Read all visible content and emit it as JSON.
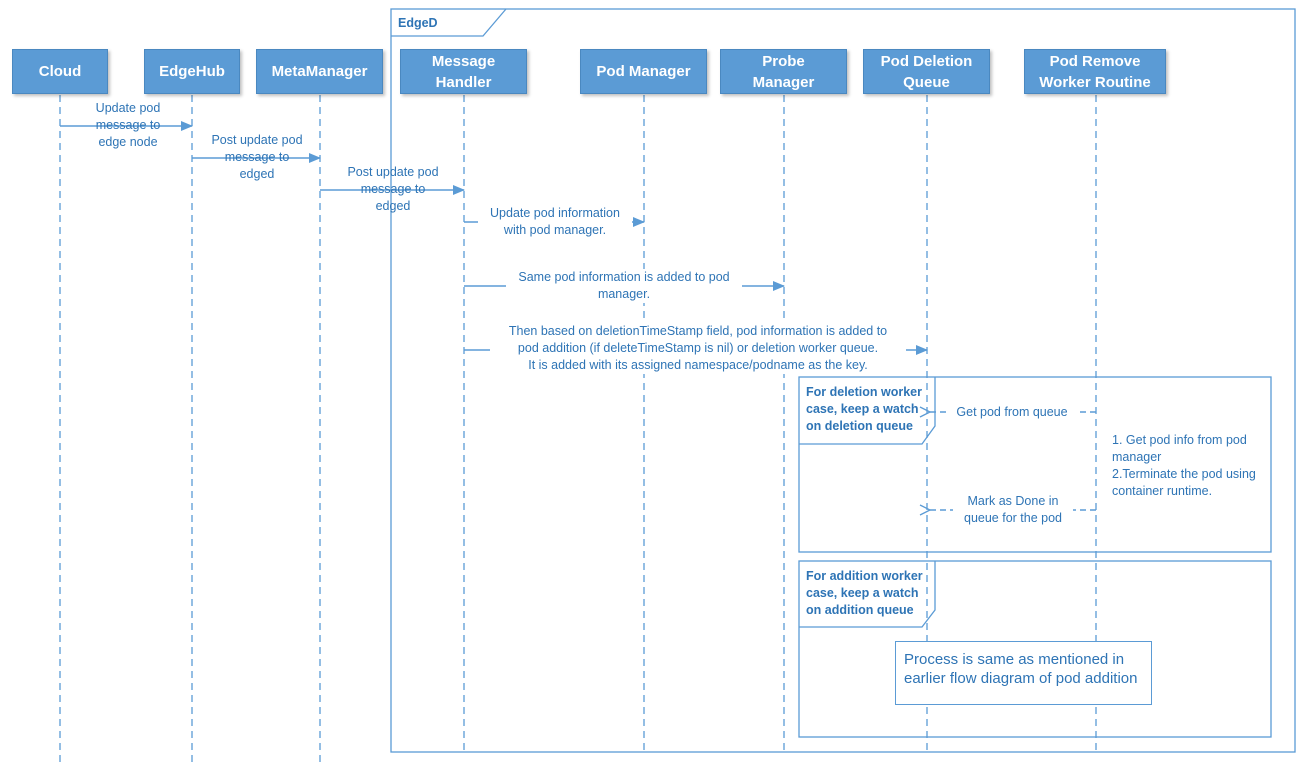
{
  "frame": {
    "title": "EdgeD"
  },
  "participants": [
    {
      "id": "cloud",
      "label": "Cloud"
    },
    {
      "id": "edgehub",
      "label": "EdgeHub"
    },
    {
      "id": "metamanager",
      "label": "MetaManager"
    },
    {
      "id": "messagehandler",
      "label": "Message\nHandler"
    },
    {
      "id": "podmanager",
      "label": "Pod Manager"
    },
    {
      "id": "probemanager",
      "label": "Probe\nManager"
    },
    {
      "id": "poddeletionqueue",
      "label": "Pod Deletion\nQueue"
    },
    {
      "id": "podremoveworker",
      "label": "Pod Remove\nWorker Routine"
    }
  ],
  "messages": [
    {
      "from": "Cloud",
      "to": "EdgeHub",
      "text": "Update pod\nmessage to\nedge node"
    },
    {
      "from": "EdgeHub",
      "to": "MetaManager",
      "text": "Post update pod\nmessage to\nedged"
    },
    {
      "from": "MetaManager",
      "to": "Message Handler",
      "text": "Post update pod\nmessage to\nedged"
    },
    {
      "from": "Message Handler",
      "to": "Pod Manager",
      "text": "Update pod information\nwith pod manager."
    },
    {
      "from": "Message Handler",
      "to": "Probe Manager",
      "text": "Same pod information is added to pod\nmanager."
    },
    {
      "from": "Message Handler",
      "to": "Pod Deletion Queue",
      "text": "Then based on deletionTimeStamp field, pod information is added to\npod addition (if deleteTimeStamp is nil) or deletion worker queue.\nIt is added with its assigned namespace/podname as the key."
    },
    {
      "from": "Pod Remove Worker Routine",
      "to": "Pod Deletion Queue",
      "text": "Get pod from queue",
      "style": "dashed"
    },
    {
      "from": "Pod Remove Worker Routine",
      "to": "Pod Deletion Queue",
      "text": "Mark as Done in\nqueue for the pod",
      "style": "dashed"
    }
  ],
  "fragments": [
    {
      "label": "For deletion worker\ncase, keep a watch\non deletion queue",
      "note": "1. Get pod info from pod\nmanager\n2.Terminate the pod using\ncontainer runtime."
    },
    {
      "label": "For addition worker\ncase, keep a watch\non addition queue",
      "note": "Process is same as mentioned in\nearlier flow diagram of pod addition"
    }
  ],
  "colors": {
    "accent": "#5b9bd5",
    "text": "#2e74b5",
    "participant_text": "#ffffff"
  }
}
